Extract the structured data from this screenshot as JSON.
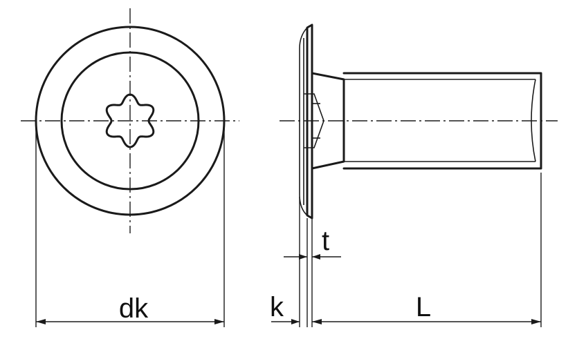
{
  "labels": {
    "dk": "dk",
    "k": "k",
    "t": "t",
    "L": "L"
  },
  "colors": {
    "line": "#1a1a1a",
    "background": "#ffffff"
  }
}
